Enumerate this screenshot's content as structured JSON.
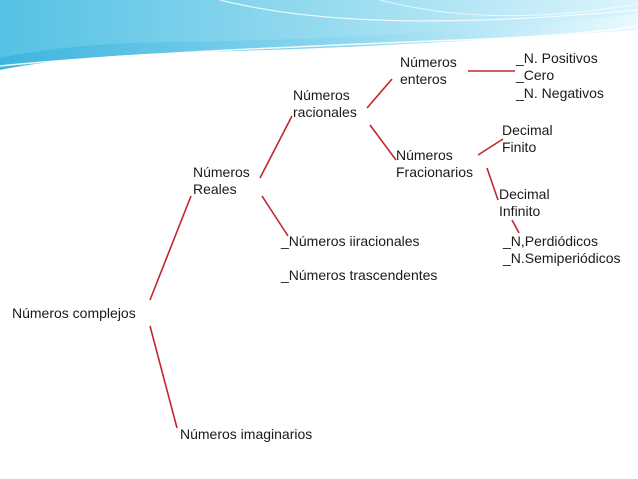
{
  "nodes": {
    "complejos": "Números complejos",
    "reales": [
      "Números",
      "Reales"
    ],
    "imaginarios": "Números imaginarios",
    "racionales": [
      "Números",
      "racionales"
    ],
    "irracionales": "_Números iiracionales",
    "trascendentes": "_Números trascendentes",
    "enteros": [
      "Números",
      "enteros"
    ],
    "fracionarios": [
      "Números",
      "Fracionarios"
    ],
    "positivos": "_N. Positivos",
    "cero": "_Cero",
    "negativos": "_N. Negativos",
    "decimal_finito": [
      "Decimal",
      "Finito"
    ],
    "decimal_infinito": [
      "Decimal",
      "Infinito"
    ],
    "periodicos": "_N,Perdiódicos",
    "semiperiodicos": "_N.Semiperiódicos"
  },
  "colors": {
    "edge": "#c0272d",
    "banner_light": "#d6f3fb",
    "banner_mid": "#7fd3ec",
    "banner_dark": "#3db5de"
  }
}
